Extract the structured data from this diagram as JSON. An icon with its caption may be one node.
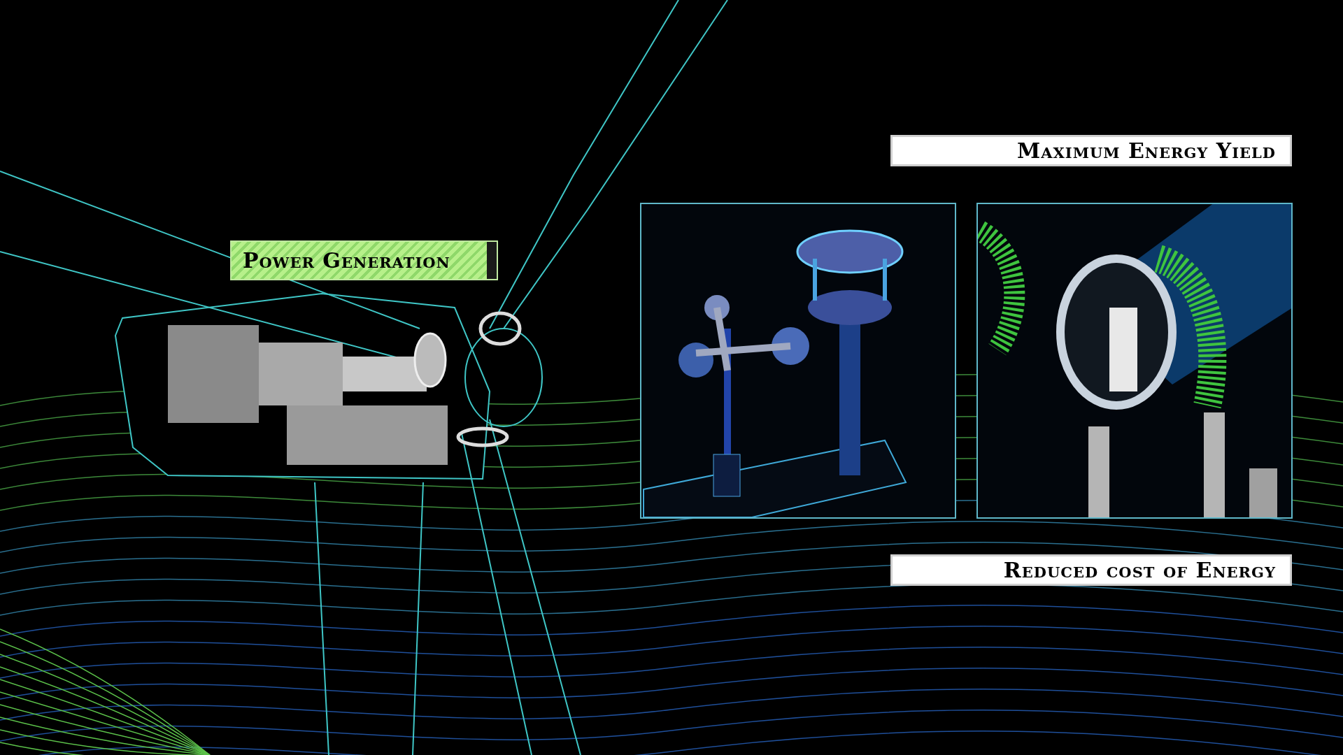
{
  "diagram": {
    "nodes": [
      {
        "text": [
          "Power Generation"
        ]
      },
      {
        "text": [
          "Maximum Energy Yield"
        ]
      },
      {
        "text": [],
        "shape": "picture"
      },
      {
        "text": [],
        "shape": "picture"
      },
      {
        "text": [
          "Reduced cost of Energy"
        ]
      }
    ]
  }
}
